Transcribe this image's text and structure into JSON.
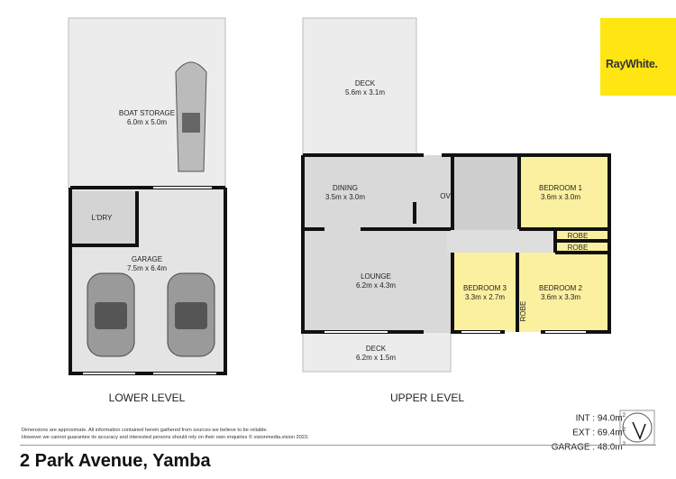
{
  "brand": {
    "logo_text": "RayWhite.",
    "color": "#ffe512"
  },
  "lower_level": {
    "label": "LOWER LEVEL",
    "rooms": [
      {
        "name": "BOAT STORAGE",
        "size": "6.0m x 5.0m"
      },
      {
        "name": "L'DRY",
        "size": ""
      },
      {
        "name": "GARAGE",
        "size": "7.5m x 6.4m"
      }
    ]
  },
  "upper_level": {
    "label": "UPPER LEVEL",
    "rooms": [
      {
        "name": "DECK",
        "size": "5.6m x 3.1m"
      },
      {
        "name": "DINING",
        "size": "3.5m x 3.0m"
      },
      {
        "name": "LOUNGE",
        "size": "6.2m x 4.3m"
      },
      {
        "name": "DECK",
        "size": "6.2m x 1.5m"
      },
      {
        "name": "BEDROOM 1",
        "size": "3.6m x 3.0m"
      },
      {
        "name": "BEDROOM 2",
        "size": "3.6m x 3.3m"
      },
      {
        "name": "BEDROOM 3",
        "size": "3.3m x 2.7m"
      },
      {
        "name": "ROBE",
        "size": ""
      },
      {
        "name": "ROBE",
        "size": ""
      },
      {
        "name": "ROBE",
        "size": ""
      },
      {
        "name": "OV",
        "size": ""
      }
    ]
  },
  "colors": {
    "bedroom": "#fbf0a0",
    "living": "#d9d9d9",
    "deck": "#ededed",
    "wall": "#111111"
  },
  "disclaimer": {
    "line1": "Dimensions are approximate. All information contained herein gathered from sources we believe to be reliable.",
    "line2": "However we cannot guarantee its accuracy and interested persons should rely on their own enquiries © visionmedia.vision 2023."
  },
  "areas": {
    "int": "INT : 94.0m",
    "ext": "EXT : 69.4m",
    "garage": "GARAGE : 48.0m",
    "unit_sup": "2"
  },
  "compass_icon": "north-arrow-icon",
  "address": "2 Park Avenue, Yamba"
}
